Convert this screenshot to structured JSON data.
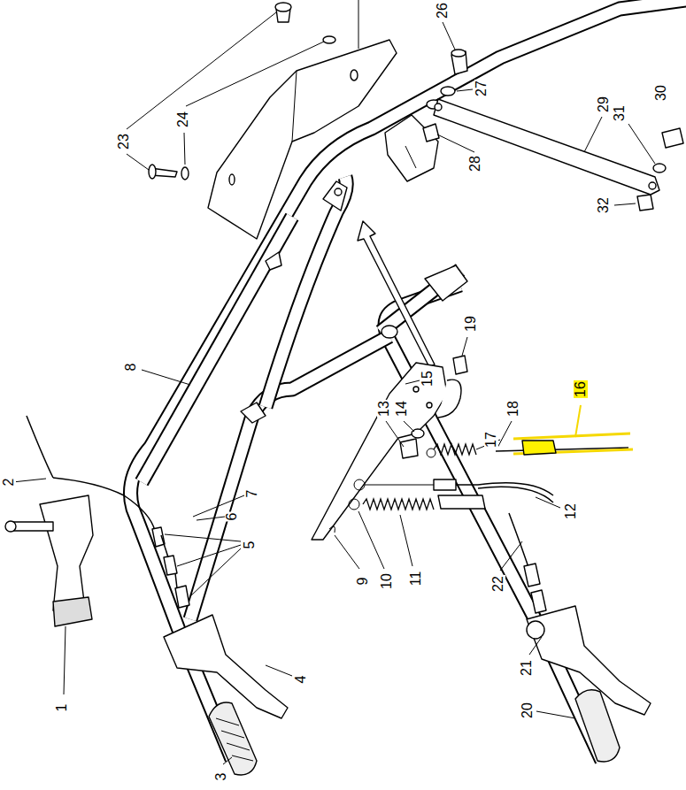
{
  "diagram": {
    "labels": [
      "26",
      "23",
      "24",
      "27",
      "30",
      "29",
      "31",
      "28",
      "32",
      "19",
      "15",
      "8",
      "13",
      "14",
      "18",
      "17",
      "16",
      "2",
      "7",
      "6",
      "5",
      "12",
      "11",
      "10",
      "9",
      "22",
      "21",
      "4",
      "20",
      "1",
      "3"
    ]
  }
}
